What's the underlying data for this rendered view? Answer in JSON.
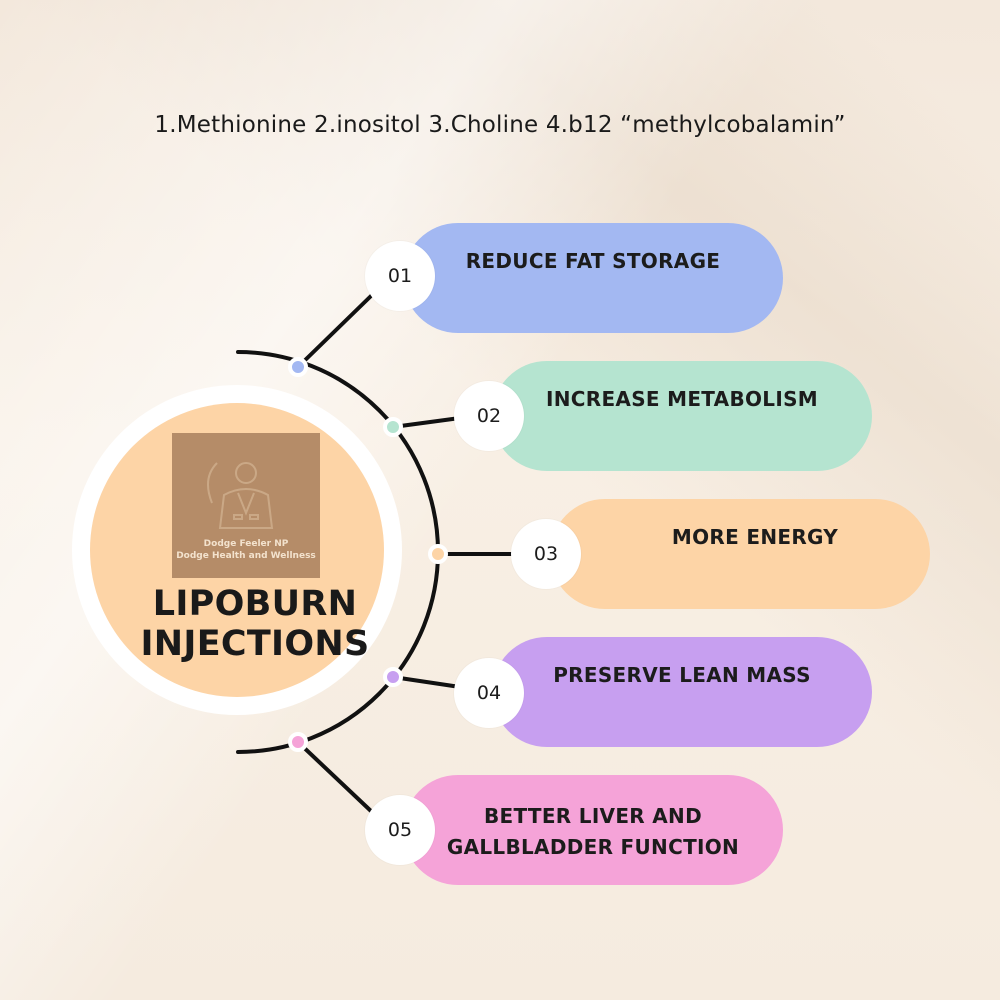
{
  "subtitle": "1.Methionine 2.inositol 3.Choline  4.b12 “methylcobalamin”",
  "center": {
    "title_line1": "LIPOBURN",
    "title_line2": "INJECTIONS",
    "logo_line1": "Dodge Feeler NP",
    "logo_line2": "Dodge Health and Wellness"
  },
  "benefits": [
    {
      "number": "01",
      "label": "REDUCE FAT STORAGE",
      "color": "#a3b8f2",
      "dot_color": "#a3b8f2"
    },
    {
      "number": "02",
      "label": "INCREASE METABOLISM",
      "color": "#b5e4d0",
      "dot_color": "#b5e4d0"
    },
    {
      "number": "03",
      "label": "MORE ENERGY",
      "color": "#fdd4a6",
      "dot_color": "#fdd4a6"
    },
    {
      "number": "04",
      "label": "PRESERVE LEAN MASS",
      "color": "#c79ff0",
      "dot_color": "#c79ff0"
    },
    {
      "number": "05",
      "label_line1": "BETTER LIVER AND",
      "label_line2": "GALLBLADDER FUNCTION",
      "color": "#f5a3d8",
      "dot_color": "#f5a3d8"
    }
  ]
}
